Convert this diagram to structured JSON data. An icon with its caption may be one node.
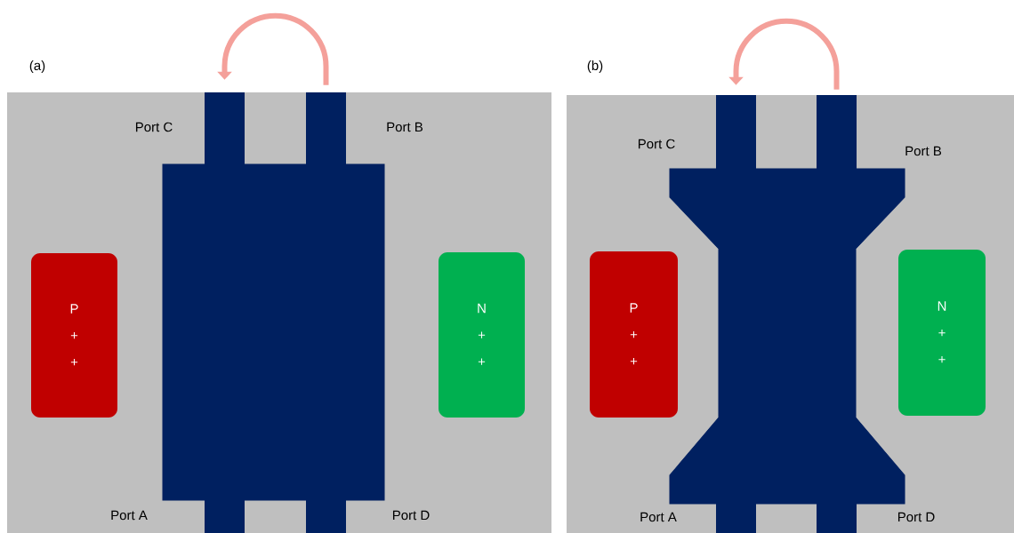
{
  "diagram": {
    "nodes": [
      {
        "text": [
          "(a)"
        ]
      },
      {
        "text": [],
        "shape": "bar",
        "in": 0
      },
      {
        "text": [],
        "shape": "bar",
        "in": 0
      },
      {
        "text": [],
        "shape": "box",
        "in": 0
      },
      {
        "text": [
          "P + +"
        ],
        "in": 0
      },
      {
        "text": [
          "N + +"
        ],
        "in": 0
      },
      {
        "text": [],
        "shape": "bar",
        "in": 0
      },
      {
        "text": [],
        "shape": "bar",
        "in": 0
      },
      {
        "text": [
          "(b)"
        ]
      },
      {
        "text": [],
        "shape": "bar",
        "in": 8
      },
      {
        "text": [],
        "shape": "bar",
        "in": 8
      },
      {
        "text": [],
        "shape": "box",
        "in": 8
      },
      {
        "text": [
          "P + +"
        ],
        "in": 8
      },
      {
        "text": [
          "N + +"
        ],
        "in": 8
      },
      {
        "text": [],
        "shape": "bar",
        "in": 8
      },
      {
        "text": [],
        "shape": "bar",
        "in": 8
      }
    ],
    "edges": [
      {
        "from": 2,
        "to": 1,
        "arrow": "to"
      },
      {
        "from": 10,
        "to": 9,
        "arrow": "to"
      }
    ],
    "labels": [
      "Port C",
      "Port B",
      "Port C",
      "Port B",
      "Port A",
      "Port  D",
      "Port A",
      "Port D"
    ]
  }
}
